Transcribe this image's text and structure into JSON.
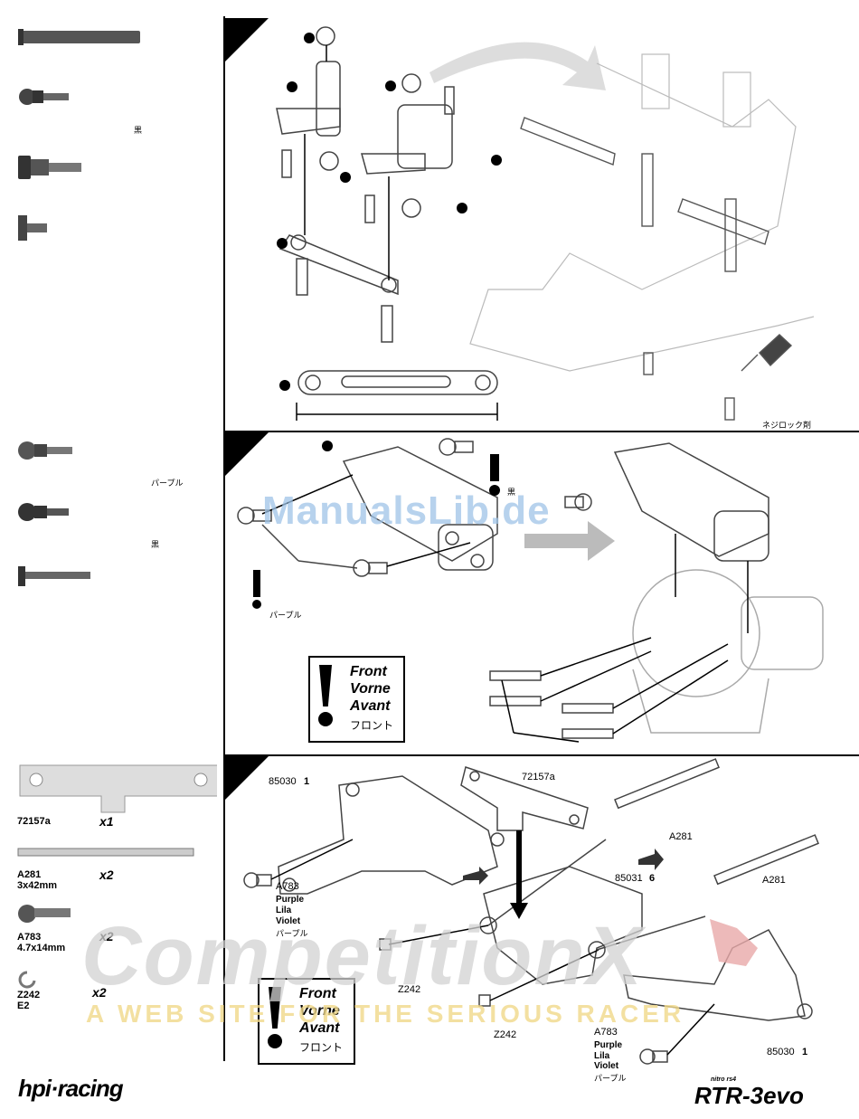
{
  "colors": {
    "ink": "#000000",
    "line_art": "#444444",
    "ghost": "#bdbdbd",
    "watermark_blue": "#9fc4e8",
    "watermark_gray": "#d2d2d2",
    "watermark_yellow": "#f1d98a",
    "highlight_red": "#e8a9a9"
  },
  "section1": {
    "jp_label_black": "黒",
    "loctite_note": "ネジロック剤"
  },
  "section2": {
    "jp_purple_1": "パープル",
    "jp_black": "黒",
    "jp_purple_2": "パープル",
    "jp_black_side": "黒",
    "note": {
      "line1": "Front",
      "line2": "Vorne",
      "line3": "Avant",
      "jp": "フロント"
    }
  },
  "section3": {
    "parts_list": [
      {
        "code": "72157a",
        "desc": "",
        "qty": "x1"
      },
      {
        "code": "A281",
        "desc": "3x42mm",
        "qty": "x2"
      },
      {
        "code": "A783",
        "desc": "4.7x14mm",
        "qty": "x2"
      },
      {
        "code": "Z242",
        "desc": "E2",
        "qty": "x2"
      }
    ],
    "callouts": {
      "c85030_top": "85030",
      "c85030_top_n": "1",
      "c72157a": "72157a",
      "c85031": "85031",
      "c85031_n": "6",
      "cA281_1": "A281",
      "cA281_2": "A281",
      "cA783_left": "A783",
      "purple_left": "Purple",
      "lila_left": "Lila",
      "violet_left": "Violet",
      "jp_left": "パープル",
      "cZ242_1": "Z242",
      "cZ242_2": "Z242",
      "cA783_right": "A783",
      "purple_right": "Purple",
      "lila_right": "Lila",
      "violet_right": "Violet",
      "jp_right": "パープル",
      "c85030_bottom": "85030",
      "c85030_bottom_n": "1"
    },
    "note": {
      "line1": "Front",
      "line2": "Vorne",
      "line3": "Avant",
      "jp": "フロント"
    }
  },
  "watermarks": {
    "manualslib": "ManualsLib.de",
    "competition": "CompetitionX",
    "tagline": "A WEB SITE FOR THE SERIOUS RACER"
  },
  "footer": {
    "brand_left": "hpi·racing",
    "brand_right": "RTR-3evo",
    "brand_right_small": "nitro rs4"
  }
}
